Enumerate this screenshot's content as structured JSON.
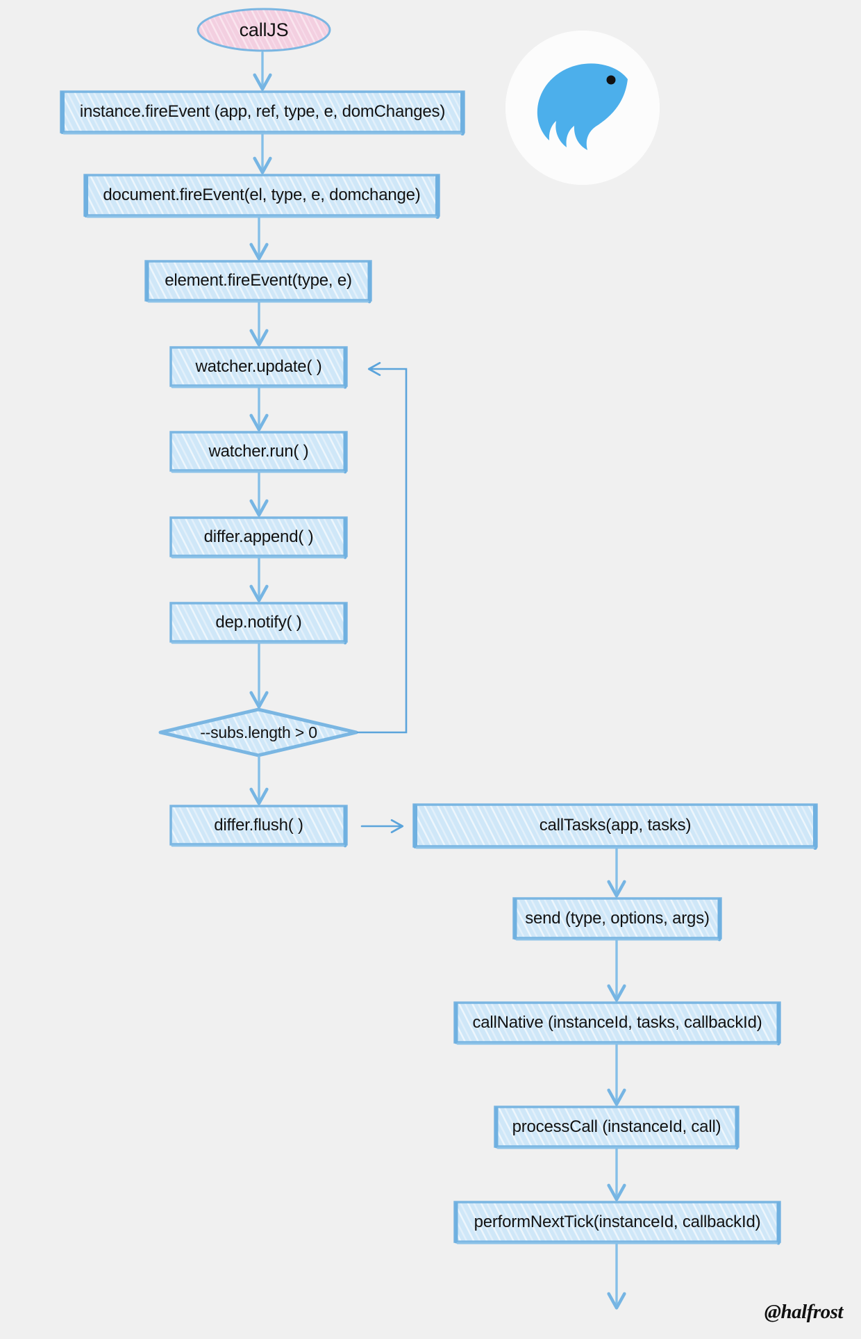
{
  "meta": {
    "title": "callJS flow",
    "background_color": "#f0f0f0",
    "accent_color": "#68b0e0",
    "node_fill_color": "#cde6f7",
    "start_fill_color": "#f5d6e4",
    "text_color": "#121212",
    "watermark": "@halfrost"
  },
  "logo": {
    "name": "weex-eagle-logo",
    "circle_color": "#fcfcfc",
    "bird_color": "#4cafeb",
    "eye_color": "#111111"
  },
  "nodes": [
    {
      "id": "callJS",
      "shape": "ellipse",
      "label": "callJS"
    },
    {
      "id": "instanceFire",
      "shape": "rect",
      "label": "instance.fireEvent (app, ref, type, e, domChanges)"
    },
    {
      "id": "documentFire",
      "shape": "rect",
      "label": "document.fireEvent(el, type, e, domchange)"
    },
    {
      "id": "elementFire",
      "shape": "rect",
      "label": "element.fireEvent(type, e)"
    },
    {
      "id": "watcherUpdate",
      "shape": "rect",
      "label": "watcher.update( )"
    },
    {
      "id": "watcherRun",
      "shape": "rect",
      "label": "watcher.run( )"
    },
    {
      "id": "differAppend",
      "shape": "rect",
      "label": "differ.append( )"
    },
    {
      "id": "depNotify",
      "shape": "rect",
      "label": "dep.notify( )"
    },
    {
      "id": "subsLength",
      "shape": "diamond",
      "label": "--subs.length > 0"
    },
    {
      "id": "differFlush",
      "shape": "rect",
      "label": "differ.flush( )"
    },
    {
      "id": "callTasks",
      "shape": "rect",
      "label": "callTasks(app, tasks)"
    },
    {
      "id": "send",
      "shape": "rect",
      "label": "send  (type, options, args)"
    },
    {
      "id": "callNative",
      "shape": "rect",
      "label": "callNative (instanceId, tasks, callbackId)"
    },
    {
      "id": "processCall",
      "shape": "rect",
      "label": "processCall (instanceId, call)"
    },
    {
      "id": "performNextTick",
      "shape": "rect",
      "label": "performNextTick(instanceId, callbackId)"
    }
  ],
  "edges": [
    {
      "from": "callJS",
      "to": "instanceFire",
      "kind": "down"
    },
    {
      "from": "instanceFire",
      "to": "documentFire",
      "kind": "down"
    },
    {
      "from": "documentFire",
      "to": "elementFire",
      "kind": "down"
    },
    {
      "from": "elementFire",
      "to": "watcherUpdate",
      "kind": "down"
    },
    {
      "from": "watcherUpdate",
      "to": "watcherRun",
      "kind": "down"
    },
    {
      "from": "watcherRun",
      "to": "differAppend",
      "kind": "down"
    },
    {
      "from": "differAppend",
      "to": "depNotify",
      "kind": "down"
    },
    {
      "from": "depNotify",
      "to": "subsLength",
      "kind": "down"
    },
    {
      "from": "subsLength",
      "to": "watcherUpdate",
      "kind": "loop-back"
    },
    {
      "from": "subsLength",
      "to": "differFlush",
      "kind": "down"
    },
    {
      "from": "differFlush",
      "to": "callTasks",
      "kind": "right"
    },
    {
      "from": "callTasks",
      "to": "send",
      "kind": "down"
    },
    {
      "from": "send",
      "to": "callNative",
      "kind": "down"
    },
    {
      "from": "callNative",
      "to": "processCall",
      "kind": "down"
    },
    {
      "from": "processCall",
      "to": "performNextTick",
      "kind": "down"
    },
    {
      "from": "performNextTick",
      "to": null,
      "kind": "down-open"
    }
  ]
}
